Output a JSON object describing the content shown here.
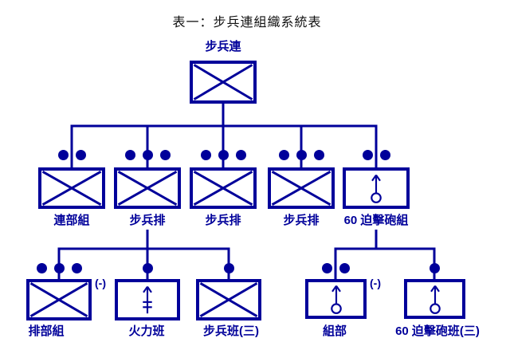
{
  "title": "表一：步兵連組織系統表",
  "colors": {
    "accent": "#00009a",
    "title": "#111111",
    "background": "#ffffff"
  },
  "root": {
    "label": "步兵連",
    "symbol": "infantry-icon"
  },
  "level2": {
    "company_hq": {
      "label": "連部組",
      "symbol": "infantry-icon",
      "dots": 2
    },
    "platoon1": {
      "label": "步兵排",
      "symbol": "infantry-icon",
      "dots": 3
    },
    "platoon2": {
      "label": "步兵排",
      "symbol": "infantry-icon",
      "dots": 3
    },
    "platoon3": {
      "label": "步兵排",
      "symbol": "infantry-icon",
      "dots": 3
    },
    "mortar_group": {
      "label": "60 迫擊砲組",
      "symbol": "mortar-icon",
      "dots": 2
    }
  },
  "level3": {
    "platoon_hq": {
      "label": "排部組",
      "symbol": "infantry-icon",
      "dots": 3,
      "modifier": "(-)"
    },
    "fire_squad": {
      "label": "火力班",
      "symbol": "machinegun-icon",
      "dots": 1
    },
    "rifle_squad": {
      "label": "步兵班(三)",
      "symbol": "infantry-icon",
      "dots": 1
    },
    "group_hq": {
      "label": "組部",
      "symbol": "mortar-icon",
      "dots": 2,
      "modifier": "(-)"
    },
    "mortar_squad": {
      "label": "60 迫擊砲班(三)",
      "symbol": "mortar-icon",
      "dots": 1
    }
  }
}
